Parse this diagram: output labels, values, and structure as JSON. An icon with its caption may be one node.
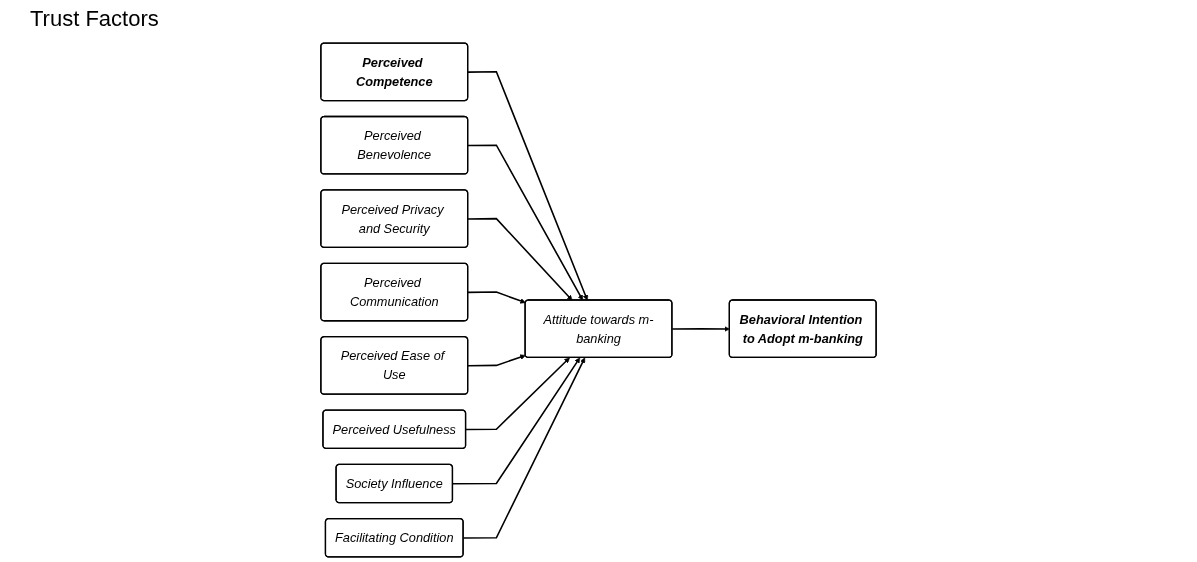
{
  "diagram": {
    "title": "Trust Factors",
    "nodes": [
      {
        "text": [
          "Perceived Competence"
        ]
      },
      {
        "text": [
          "Perceived Benevolence"
        ]
      },
      {
        "text": [
          "Perceived Privacy and Security"
        ]
      },
      {
        "text": [
          "Perceived Communication"
        ]
      },
      {
        "text": [
          "Perceived Ease of Use"
        ]
      },
      {
        "text": [
          "Perceived Usefulness"
        ]
      },
      {
        "text": [
          "Attitude towards m-banking"
        ]
      },
      {
        "text": [
          "Behavioral Intention to Adopt m-banking"
        ]
      },
      {
        "text": [
          "Society Influence"
        ]
      },
      {
        "text": [
          "Facilitating Condition"
        ]
      }
    ],
    "edges": [
      {
        "from": 0,
        "to": 6,
        "arrow": "to"
      },
      {
        "from": 1,
        "to": 6,
        "arrow": "to"
      },
      {
        "from": 2,
        "to": 6,
        "arrow": "to"
      },
      {
        "from": 3,
        "to": 6,
        "arrow": "to"
      },
      {
        "from": 4,
        "to": 6,
        "arrow": "to"
      },
      {
        "from": 5,
        "to": 6,
        "arrow": "to"
      },
      {
        "from": 8,
        "to": 6,
        "arrow": "to"
      },
      {
        "from": 9,
        "to": 6,
        "arrow": "to"
      },
      {
        "from": 6,
        "to": 7,
        "arrow": "to"
      }
    ]
  }
}
